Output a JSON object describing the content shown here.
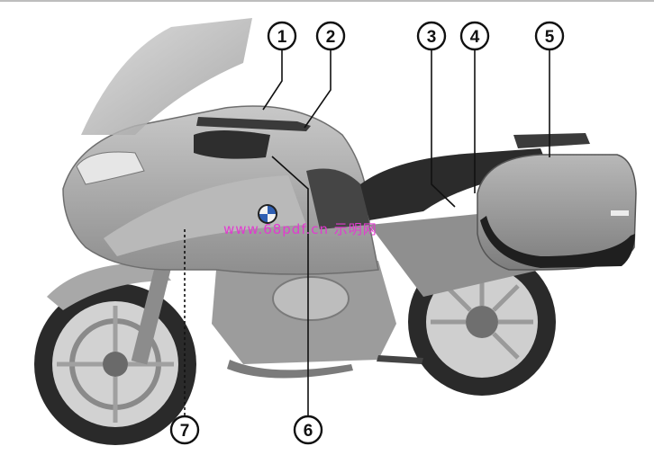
{
  "figure": {
    "subject": "motorcycle-left-side-view",
    "callouts": [
      "1",
      "2",
      "3",
      "4",
      "5",
      "6",
      "7"
    ]
  },
  "watermark": {
    "text": "www.68pdf.cn  示明网"
  },
  "colors": {
    "body_silver": "#a9a9a9",
    "tire": "#2a2a2a",
    "callout_circle": "#111111",
    "watermark": "#e23ad0"
  }
}
